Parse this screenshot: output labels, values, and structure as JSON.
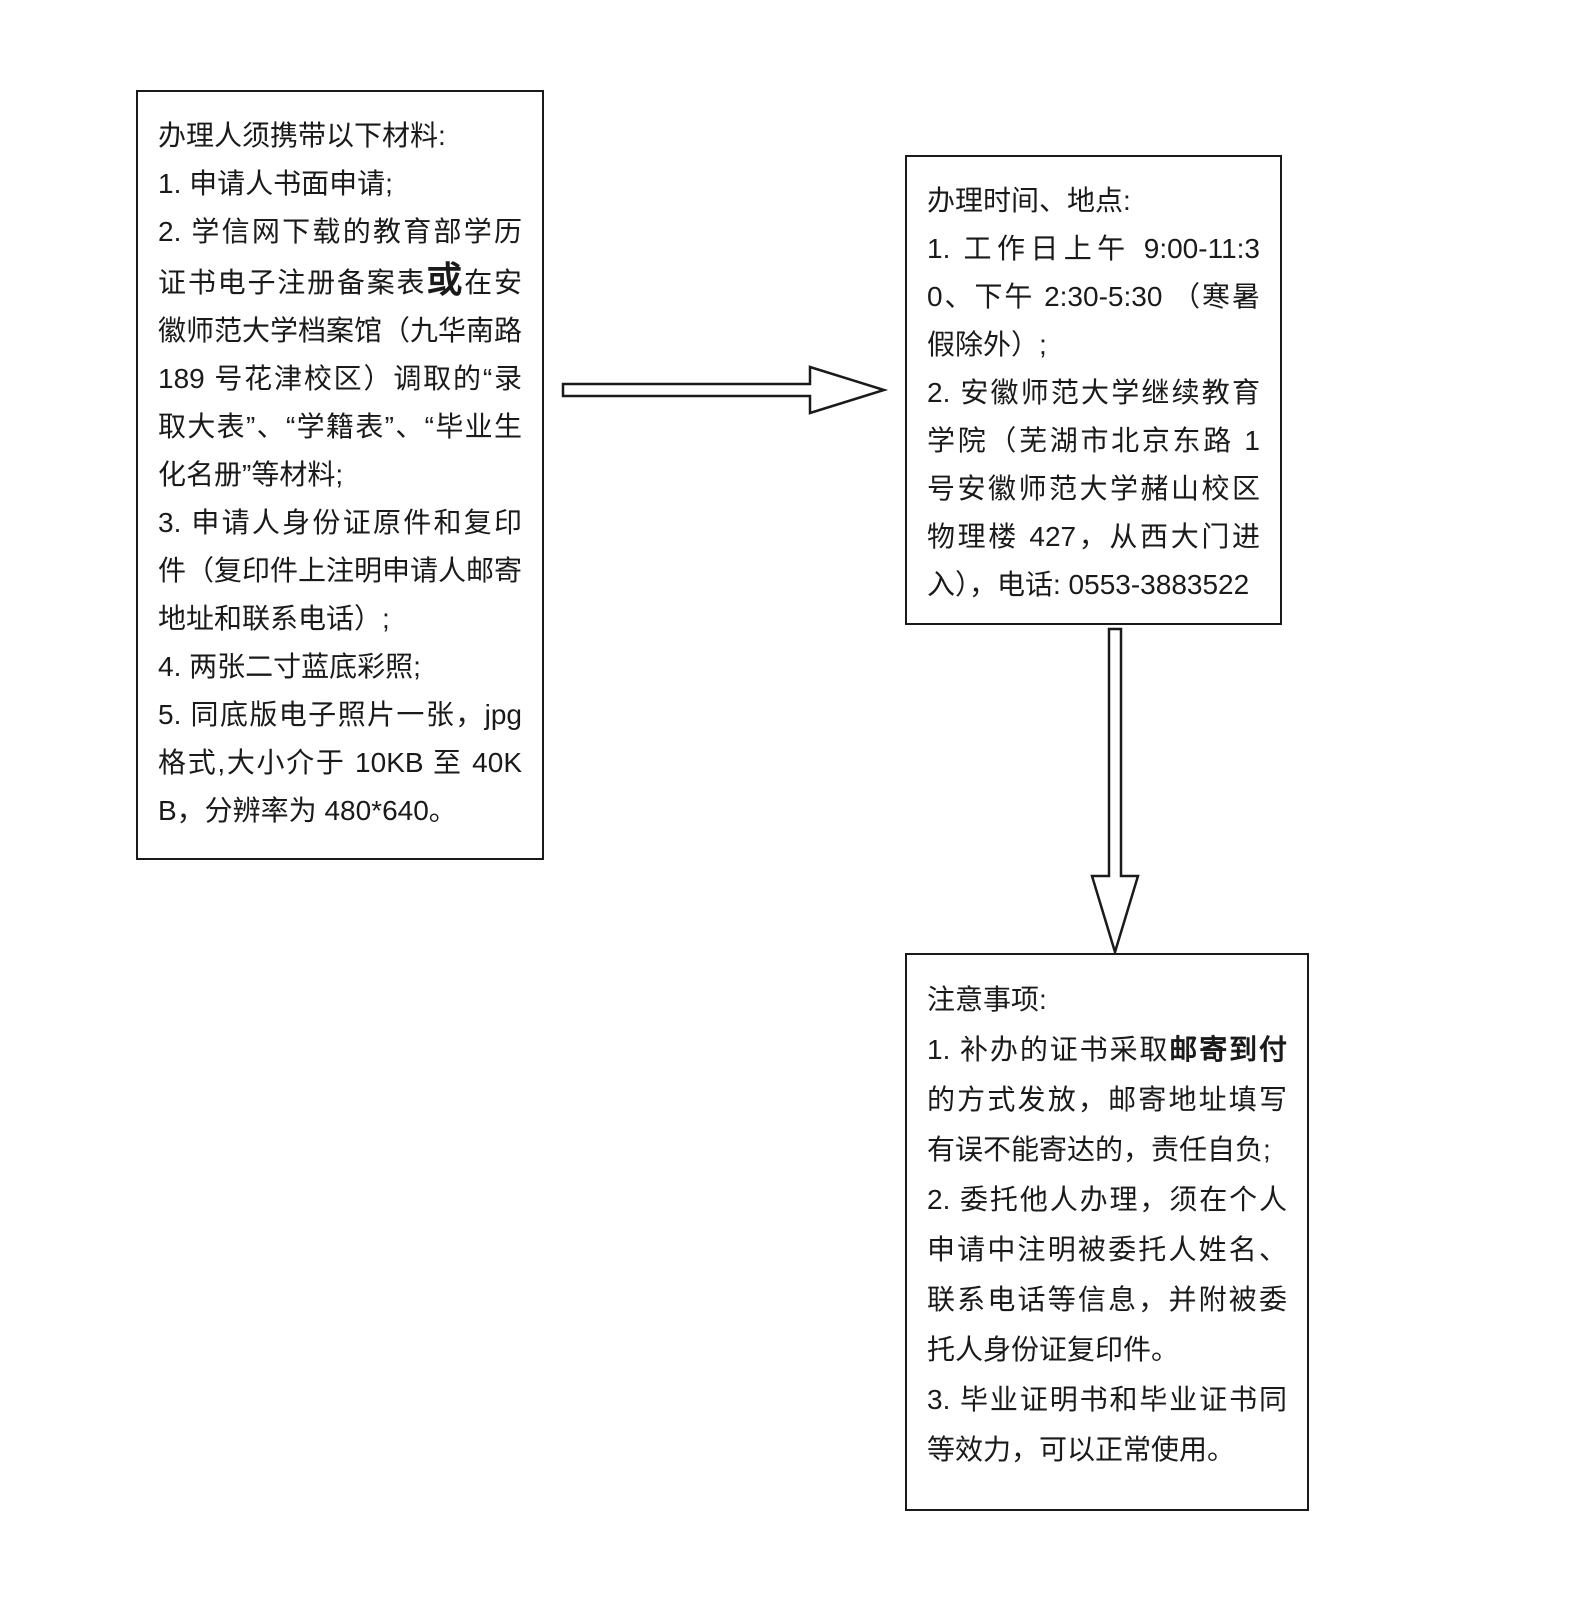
{
  "colors": {
    "background": "#ffffff",
    "border": "#1a1a1a",
    "text": "#1a1a1a"
  },
  "materials_box": {
    "title": "办理人须携带以下材料:",
    "items": {
      "i1": "1.  申请人书面申请;",
      "i2_pre": "2.  学信网下载的教育部学历证书电子注册备案表",
      "i2_bold": "或",
      "i2_post": "在安徽师范大学档案馆（九华南路 189 号花津校区）调取的“录取大表”、“学籍表”、“毕业生化名册”等材料;",
      "i3": "3.  申请人身份证原件和复印件（复印件上注明申请人邮寄地址和联系电话）;",
      "i4": "4.  两张二寸蓝底彩照;",
      "i5": "5.  同底版电子照片一张，jpg 格式,大小介于 10KB 至 40KB，分辨率为 480*640。"
    }
  },
  "time_place_box": {
    "title": "办理时间、地点:",
    "items": {
      "i1": "1.  工作日上午 9:00-11:30、下午 2:30-5:30 （寒暑假除外）;",
      "i2": "2.  安徽师范大学继续教育学院（芜湖市北京东路 1 号安徽师范大学赭山校区物理楼 427，从西大门进入），电话: 0553-3883522"
    }
  },
  "notes_box": {
    "title": "注意事项:",
    "items": {
      "i1_pre": "1. 补办的证书采取",
      "i1_bold": "邮寄到付",
      "i1_post": "的方式发放，邮寄地址填写有误不能寄达的，责任自负;",
      "i2": "2. 委托他人办理，须在个人申请中注明被委托人姓名、联系电话等信息，并附被委托人身份证复印件。",
      "i3": "3. 毕业证明书和毕业证书同等效力，可以正常使用。"
    }
  }
}
